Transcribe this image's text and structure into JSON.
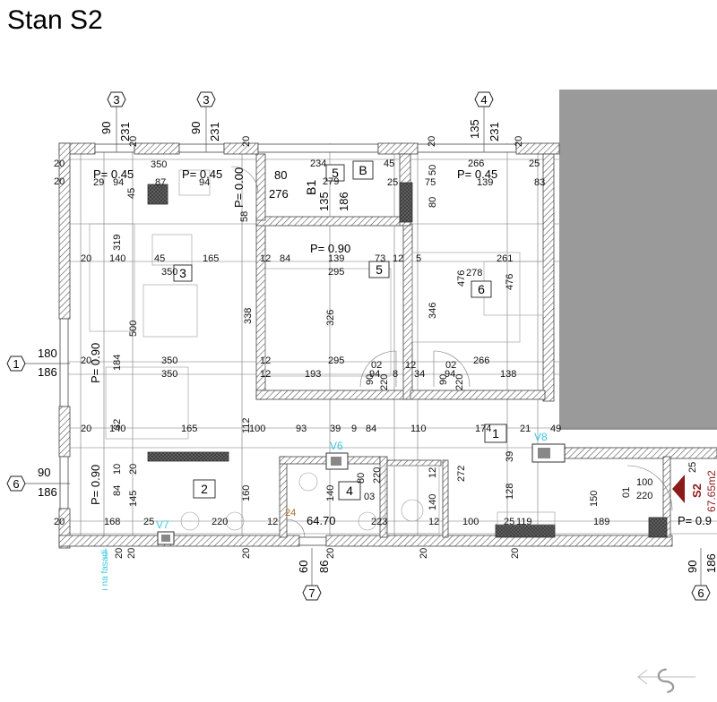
{
  "title": "Stan S2",
  "axis_tags": {
    "top_3a": "3",
    "top_3b": "3",
    "top_4": "4",
    "left_1": "1",
    "left_6": "6",
    "bottom_7": "7",
    "bottom_6": "6"
  },
  "top_dims": {
    "a_90": "90",
    "a_231": "231",
    "b_90": "90",
    "b_231": "231",
    "c_135": "135",
    "c_231": "231",
    "d_20a": "20",
    "d_20b": "20",
    "d_20c": "20",
    "d_20d": "20"
  },
  "left_dims": {
    "l_180": "180",
    "l_186": "186",
    "l_90": "90",
    "l_186b": "186",
    "l_20a": "20",
    "l_20b": "20",
    "l_20c": "20",
    "l_20d": "20",
    "l_20e": "20",
    "l_20f": "20"
  },
  "bottom_dims": {
    "b_60": "60",
    "b_86": "86",
    "b_90": "90",
    "b_186": "186",
    "b_20a": "20",
    "b_20b": "20",
    "b_20c": "20",
    "b_20d": "20",
    "b_20e": "20",
    "b_20f": "20"
  },
  "parapets": {
    "p1": "P= 0.45",
    "p2": "P= 0.45",
    "p3": "P= 0.00",
    "p4": "P= 0.90",
    "p5": "P= 0.45",
    "p6": "P= 0.90",
    "p7": "P= 0.90",
    "p8": "P= 0.9"
  },
  "rooms": {
    "r3": "3",
    "r5a": "5",
    "r5b": "5",
    "r6": "6",
    "r1": "1",
    "r2": "2",
    "r4": "4",
    "rB": "B",
    "rB1": "B1"
  },
  "room_dims": {
    "d350": "350",
    "d94": "94",
    "d87": "87",
    "d29": "29",
    "d45": "45",
    "d319": "319",
    "d140": "140",
    "d45b": "45",
    "d350b": "350",
    "d165": "165",
    "d500": "500",
    "d184": "184",
    "d350c": "350",
    "d350d": "350",
    "d140b": "140",
    "d165b": "165",
    "d80": "80",
    "d276": "276",
    "d234": "234",
    "d279": "279",
    "d135": "135",
    "d186": "186",
    "d45c": "45",
    "d25": "25",
    "d50": "50",
    "d75": "75",
    "d80b": "80",
    "d266": "266",
    "d139": "139",
    "d83": "83",
    "d25b": "25",
    "d58": "58",
    "d12a": "12",
    "d84": "84",
    "d139b": "139",
    "d73": "73",
    "d12b": "12",
    "d295": "295",
    "d338": "338",
    "d326": "326",
    "d12c": "12",
    "d295b": "295",
    "d12d": "12",
    "d193": "193",
    "d02a": "02",
    "d94a": "94",
    "d8": "8",
    "d220a": "220",
    "d90a": "90",
    "d5": "5",
    "d261": "261",
    "d476": "476",
    "d278": "278",
    "d476b": "476",
    "d346": "346",
    "d266b": "266",
    "d138": "138",
    "d12e": "12",
    "d34": "34",
    "d02b": "02",
    "d94b": "94",
    "d220b": "220",
    "d90b": "90",
    "d112": "112",
    "d100": "100",
    "d93": "93",
    "d39": "39",
    "d9": "9",
    "d84b": "84",
    "d110": "110",
    "d174": "174",
    "d21": "21",
    "d49": "49",
    "d32": "32",
    "d10": "10",
    "d20x": "20",
    "d84c": "84",
    "d145": "145",
    "d160": "160",
    "d168": "168",
    "d25c": "25",
    "d220c": "220",
    "d12f": "12",
    "d24": "24",
    "d6470": "64.70",
    "d140c": "140",
    "d80c": "80",
    "d220d": "220",
    "d03": "03",
    "d223": "223",
    "d12g": "12",
    "d12h": "12",
    "d140d": "140",
    "d272": "272",
    "d100b": "100",
    "d25d": "25",
    "d119": "119",
    "d39b": "39",
    "d128": "128",
    "d150": "150",
    "d189": "189",
    "d100c": "100",
    "d01": "01",
    "d220e": "220",
    "d25e": "25"
  },
  "vents": {
    "v6": "V6",
    "v7": "V7",
    "v8": "V8"
  },
  "side_note": "ı na fasadi",
  "unit_badge": {
    "code": "S2",
    "area": "67.65m2"
  },
  "colors": {
    "hatch": "#555555",
    "shaded_area": "#9a9a9a",
    "vent_text": "#38c8e0",
    "badge": "#8b1a1a"
  }
}
